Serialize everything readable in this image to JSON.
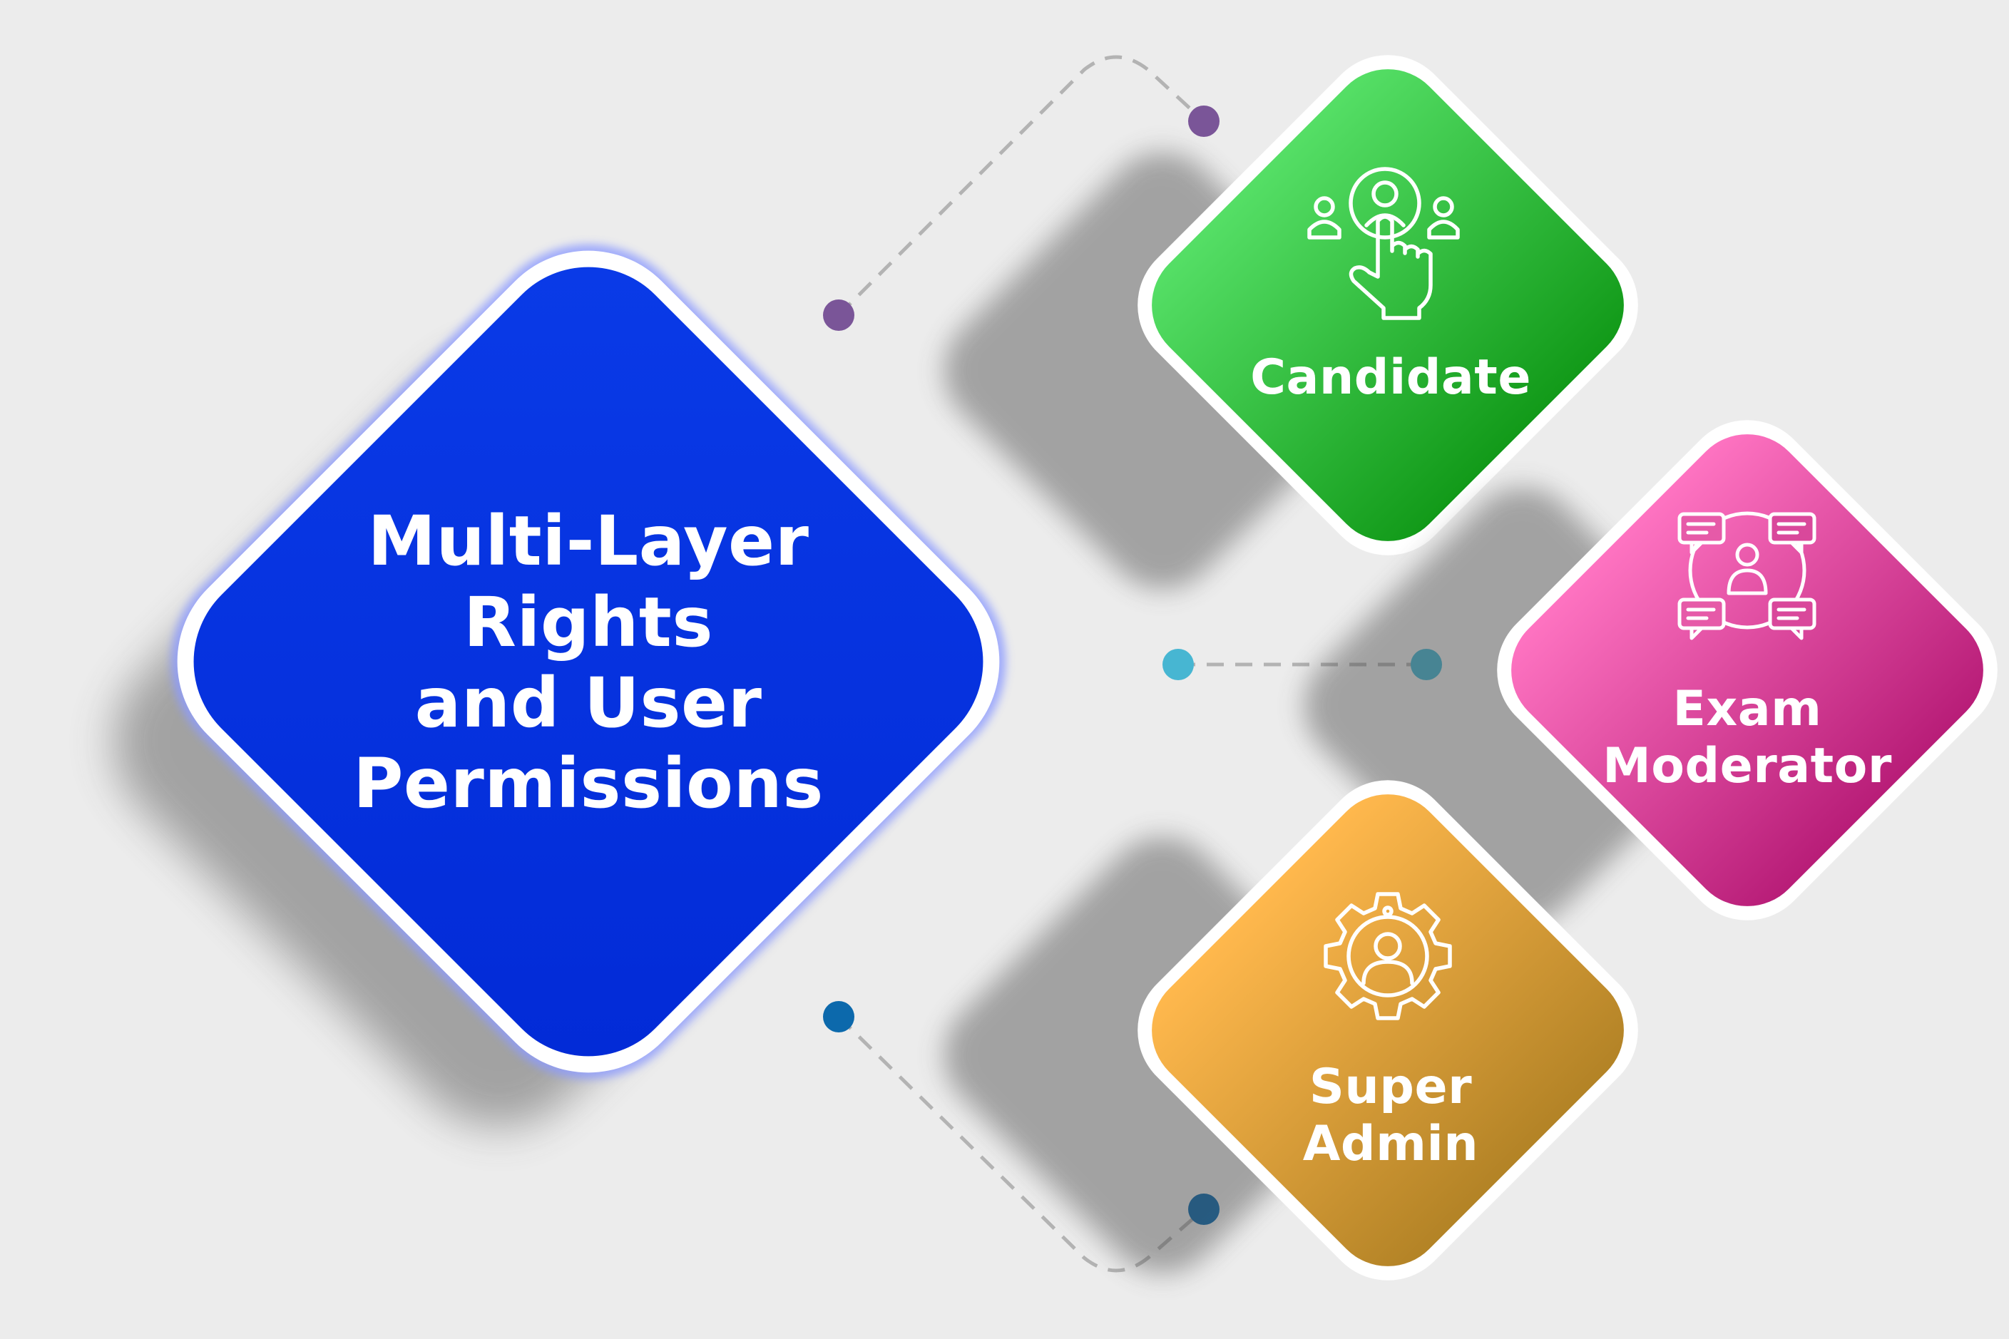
{
  "main": {
    "title_lines": [
      "Multi-Layer",
      "Rights",
      "and User",
      "Permissions"
    ],
    "color": "#0433e0"
  },
  "roles": [
    {
      "id": "candidate",
      "lines": [
        "Candidate"
      ],
      "icon": "user-select-icon",
      "gradient": [
        "#55df66",
        "#129a19"
      ]
    },
    {
      "id": "exam-moderator",
      "lines": [
        "Exam",
        "Moderator"
      ],
      "icon": "discussion-group-icon",
      "gradient": [
        "#fe73c1",
        "#b81d78"
      ]
    },
    {
      "id": "super-admin",
      "lines": [
        "Super",
        "Admin"
      ],
      "icon": "user-gear-icon",
      "gradient": [
        "#ffb84d",
        "#b38326"
      ]
    }
  ],
  "connector_colors": {
    "candidate": "#7a5598",
    "moderator": "#47b6d2",
    "admin": "#0c69ac"
  },
  "background": "#ececec"
}
